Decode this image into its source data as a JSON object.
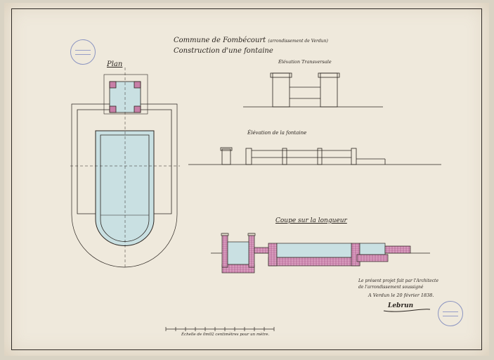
{
  "header": {
    "commune": "Commune de Fombécourt",
    "commune_note": "(arrondissement de Verdun)",
    "subject": "Construction d'une fontaine"
  },
  "views": {
    "plan": "Plan",
    "elevation_side": "Élévation Transversale",
    "elevation_front": "Élévation de la fontaine",
    "section": "Coupe sur la longueur"
  },
  "signature": {
    "line1": "Le présent projet fait par l'Architecte",
    "line2": "de l'arrondissement soussigné",
    "line3": "A Verdun le 20 février 1838.",
    "name": "Lebrun"
  },
  "scale": {
    "label": "Échelle de 0m02 centimètres pour un mètre."
  },
  "colors": {
    "ink": "#2b2520",
    "water": "#c9e0e2",
    "masonry": "#c87fa7",
    "paper": "#efe9dc"
  }
}
